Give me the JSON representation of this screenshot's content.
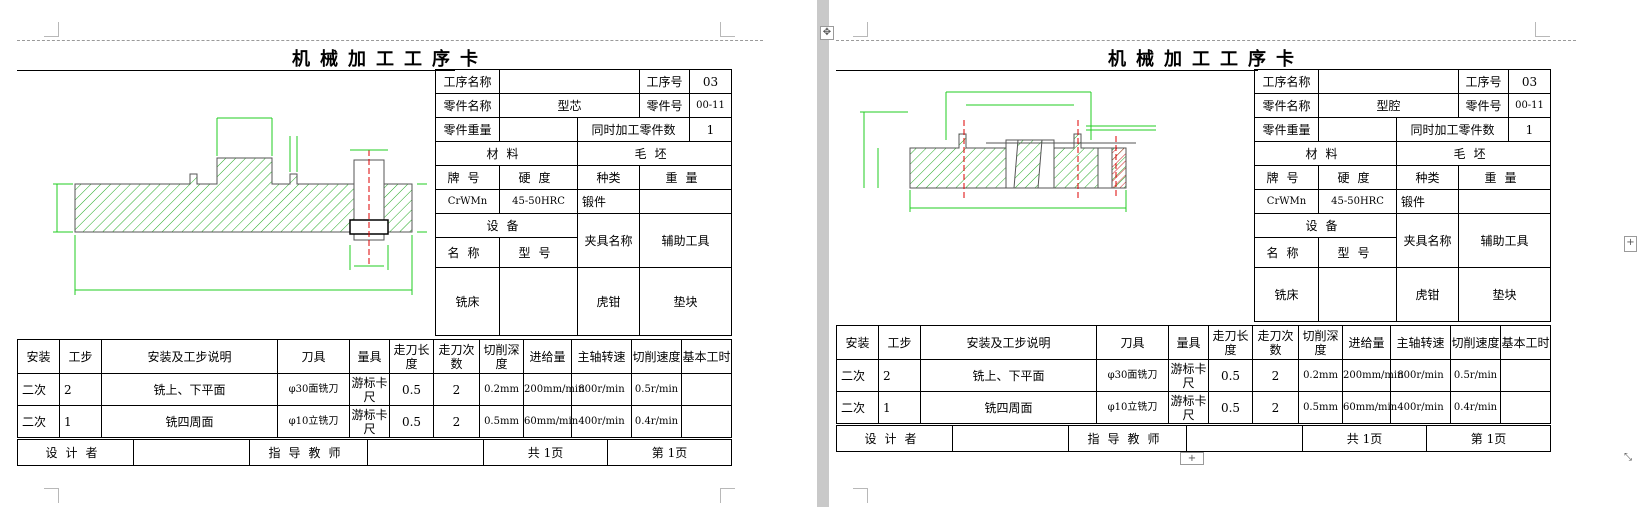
{
  "cards": [
    {
      "title": "机械加工工序卡",
      "header": {
        "op_name_label": "工序名称",
        "op_name": "",
        "op_no_label": "工序号",
        "op_no": "03",
        "part_name_label": "零件名称",
        "part_name": "型芯",
        "part_no_label": "零件号",
        "part_no": "00-11",
        "part_weight_label": "零件重量",
        "part_weight": "",
        "simul_label": "同时加工零件数",
        "simul": "1",
        "material_label": "材料",
        "blank_label": "毛坯",
        "grade_label": "牌号",
        "hardness_label": "硬度",
        "type_label": "种类",
        "weight_label": "重量",
        "grade": "CrWMn",
        "hardness": "45-50HRC",
        "blank_type": "锻件",
        "blank_weight": "",
        "equipment_label": "设备",
        "fixture_label": "夹具名称",
        "aux_label": "辅助工具",
        "eq_name_label": "名称",
        "eq_model_label": "型号",
        "eq_name": "铣床",
        "eq_model": "",
        "fixture": "虎钳",
        "aux": "垫块"
      },
      "columns": [
        "安装",
        "工步",
        "安装及工步说明",
        "刀具",
        "量具",
        "走刀长度",
        "走刀次数",
        "切削深度",
        "进给量",
        "主轴转速",
        "切削速度",
        "基本工时"
      ],
      "rows": [
        [
          "二次",
          "2",
          "铣上、下平面",
          "φ30面铣刀",
          "游标卡尺",
          "0.5",
          "2",
          "0.2mm",
          "200mm/min",
          "800r/min",
          "0.5r/min",
          ""
        ],
        [
          "二次",
          "1",
          "铣四周面",
          "φ10立铣刀",
          "游标卡尺",
          "0.5",
          "2",
          "0.5mm",
          "60mm/min",
          "400r/min",
          "0.4r/min",
          ""
        ]
      ],
      "footer": {
        "designer_label": "设计者",
        "designer": "",
        "advisor_label": "指导教师",
        "advisor": "",
        "total": "共 1页",
        "current": "第 1页"
      }
    },
    {
      "title": "机械加工工序卡",
      "header": {
        "op_name_label": "工序名称",
        "op_name": "",
        "op_no_label": "工序号",
        "op_no": "03",
        "part_name_label": "零件名称",
        "part_name": "型腔",
        "part_no_label": "零件号",
        "part_no": "00-11",
        "part_weight_label": "零件重量",
        "part_weight": "",
        "simul_label": "同时加工零件数",
        "simul": "1",
        "material_label": "材料",
        "blank_label": "毛坯",
        "grade_label": "牌号",
        "hardness_label": "硬度",
        "type_label": "种类",
        "weight_label": "重量",
        "grade": "CrWMn",
        "hardness": "45-50HRC",
        "blank_type": "锻件",
        "blank_weight": "",
        "equipment_label": "设备",
        "fixture_label": "夹具名称",
        "aux_label": "辅助工具",
        "eq_name_label": "名称",
        "eq_model_label": "型号",
        "eq_name": "铣床",
        "eq_model": "",
        "fixture": "虎钳",
        "aux": "垫块"
      },
      "columns": [
        "安装",
        "工步",
        "安装及工步说明",
        "刀具",
        "量具",
        "走刀长度",
        "走刀次数",
        "切削深度",
        "进给量",
        "主轴转速",
        "切削速度",
        "基本工时"
      ],
      "rows": [
        [
          "二次",
          "2",
          "铣上、下平面",
          "φ30面铣刀",
          "游标卡尺",
          "0.5",
          "2",
          "0.2mm",
          "200mm/min",
          "800r/min",
          "0.5r/min",
          ""
        ],
        [
          "二次",
          "1",
          "铣四周面",
          "φ10立铣刀",
          "游标卡尺",
          "0.5",
          "2",
          "0.5mm",
          "60mm/min",
          "400r/min",
          "0.4r/min",
          ""
        ]
      ],
      "footer": {
        "designer_label": "设计者",
        "designer": "",
        "advisor_label": "指导教师",
        "advisor": "",
        "total": "共 1页",
        "current": "第 1页"
      }
    }
  ],
  "ui": {
    "move_handle_icon": "move-handle-icon",
    "add_row_icon": "plus-icon",
    "resize_icon": "resize-handle-icon"
  }
}
